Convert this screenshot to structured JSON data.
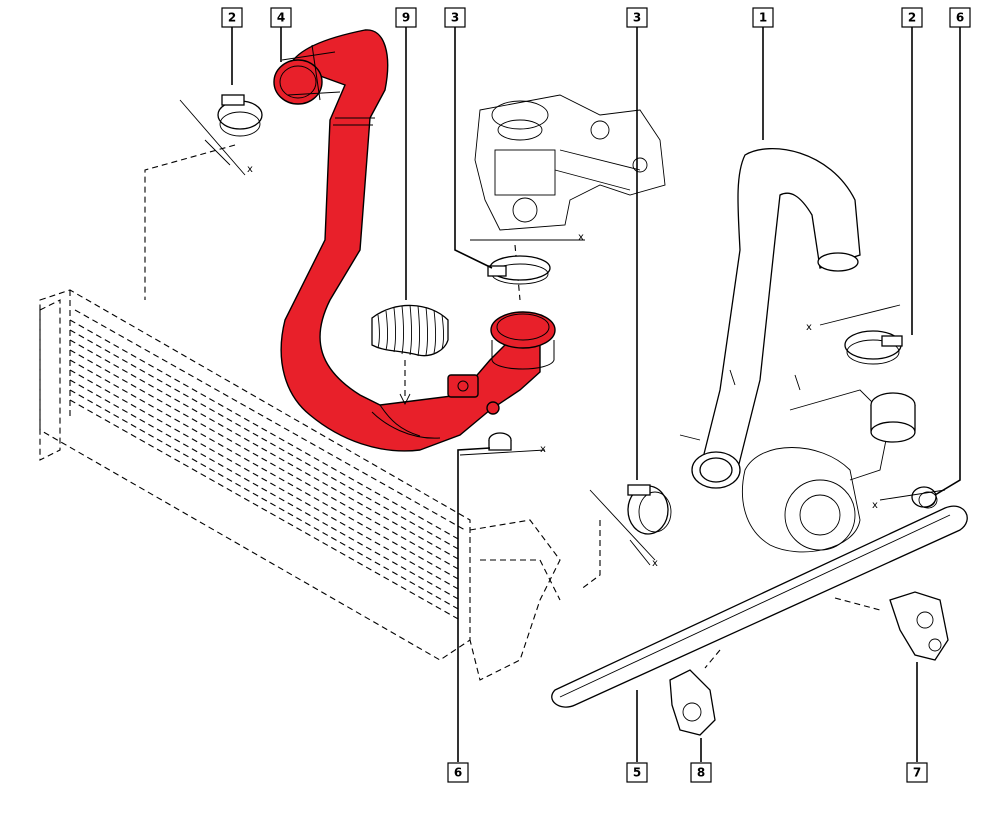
{
  "diagram": {
    "accent_color": "#e8202a",
    "callouts": [
      {
        "id": "c2a",
        "label": "2"
      },
      {
        "id": "c4",
        "label": "4"
      },
      {
        "id": "c9",
        "label": "9"
      },
      {
        "id": "c3a",
        "label": "3"
      },
      {
        "id": "c3b",
        "label": "3"
      },
      {
        "id": "c1",
        "label": "1"
      },
      {
        "id": "c2b",
        "label": "2"
      },
      {
        "id": "c6a",
        "label": "6"
      },
      {
        "id": "c6b",
        "label": "6"
      },
      {
        "id": "c5",
        "label": "5"
      },
      {
        "id": "c8",
        "label": "8"
      },
      {
        "id": "c7",
        "label": "7"
      }
    ],
    "dimension_marks": [
      "x",
      "x",
      "x",
      "x",
      "x",
      "x"
    ]
  }
}
